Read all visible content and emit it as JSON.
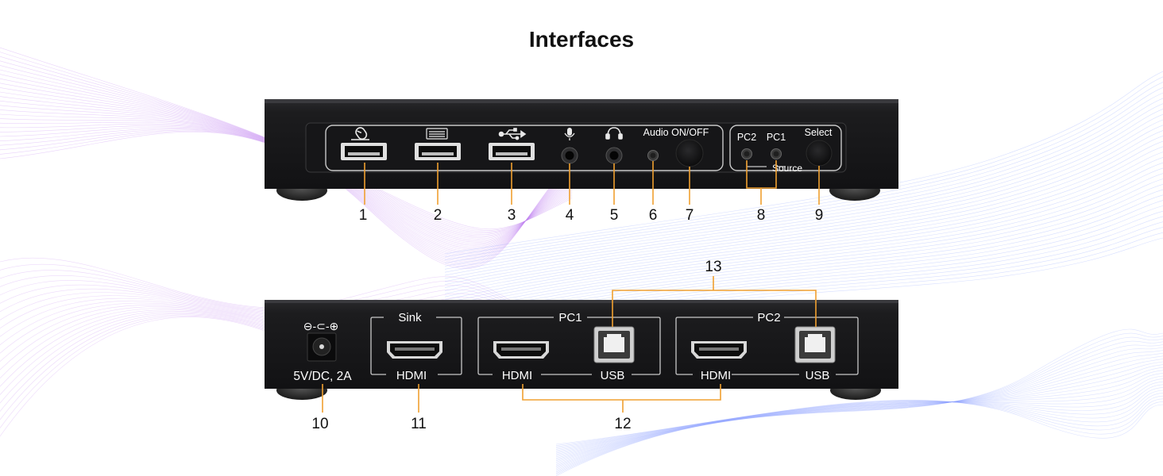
{
  "title": "Interfaces",
  "front_panel": {
    "audio_label": "Audio ON/OFF",
    "pc2_label": "PC2",
    "pc1_label": "PC1",
    "select_label": "Select",
    "source_label": "Source",
    "icons": [
      "mouse-icon",
      "keyboard-icon",
      "usb-icon",
      "microphone-icon",
      "headphone-icon"
    ]
  },
  "back_panel": {
    "polarity_label": "⊖-⊂-⊕",
    "power_label": "5V/DC, 2A",
    "sink_label": "Sink",
    "pc1_label": "PC1",
    "pc2_label": "PC2",
    "hdmi_label": "HDMI",
    "usb_label": "USB"
  },
  "callout_numbers": [
    "1",
    "2",
    "3",
    "4",
    "5",
    "6",
    "7",
    "8",
    "9",
    "10",
    "11",
    "12",
    "13"
  ],
  "colors": {
    "device": "#1b1b1d",
    "callout": "#f0a030",
    "wave_blue": "#8aa0ff",
    "wave_purple": "#c080f0"
  }
}
